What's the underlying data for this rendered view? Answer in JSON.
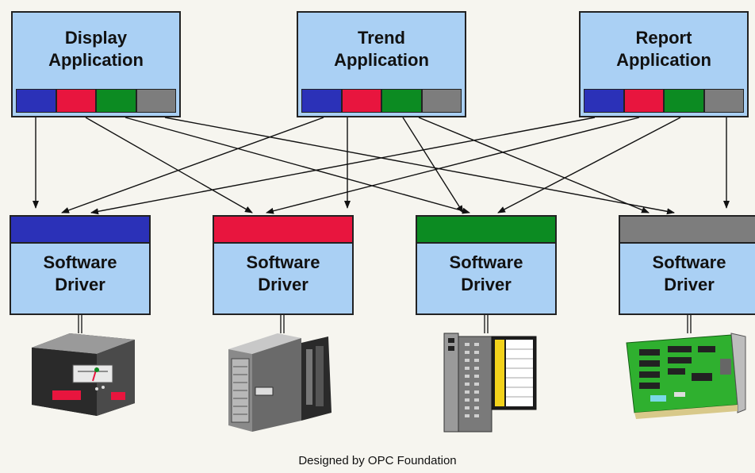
{
  "applications": [
    {
      "line1": "Display",
      "line2": "Application"
    },
    {
      "line1": "Trend",
      "line2": "Application"
    },
    {
      "line1": "Report",
      "line2": "Application"
    }
  ],
  "drivers": [
    {
      "line1": "Software",
      "line2": "Driver",
      "color": "#2b31b8",
      "device_icon": "panel-meter-icon"
    },
    {
      "line1": "Software",
      "line2": "Driver",
      "color": "#e8153e",
      "device_icon": "server-rack-icon"
    },
    {
      "line1": "Software",
      "line2": "Driver",
      "color": "#0c8b22",
      "device_icon": "plc-module-icon"
    },
    {
      "line1": "Software",
      "line2": "Driver",
      "color": "#7d7d7d",
      "device_icon": "circuit-board-icon"
    }
  ],
  "swatch_colors": [
    "#2b31b8",
    "#e8153e",
    "#0c8b22",
    "#7d7d7d"
  ],
  "footer": "Designed by OPC Foundation"
}
